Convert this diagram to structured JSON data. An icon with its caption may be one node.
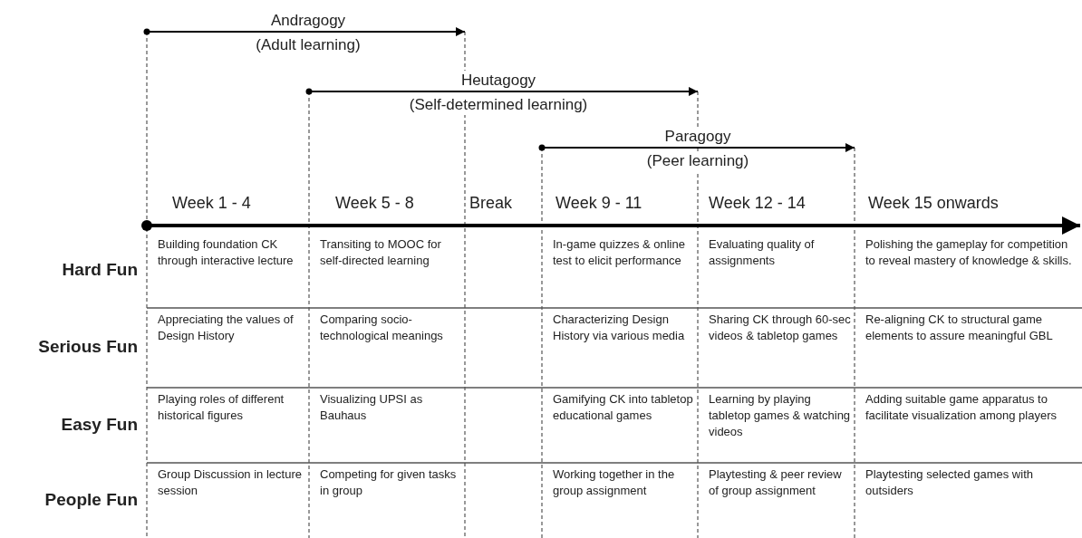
{
  "diagram": {
    "labels": [
      "Andragogy",
      "(Adult learning)",
      "Heutagogy",
      "(Self-determined learning)",
      "Paragogy",
      "(Peer learning)",
      "Week 1 - 4",
      "Week 5 - 8",
      "Break",
      "Week 9 - 11",
      "Week 12 - 14",
      "Week 15 onwards",
      "Hard Fun",
      "Building foundation CK through interactive lecture",
      "Transiting to MOOC for self-directed learning",
      "In-game quizzes & online test to elicit performance",
      "Evaluating quality of assignments",
      "Polishing the gameplay for competition to reveal mastery of knowledge & skills.",
      "Serious Fun",
      "Appreciating the values of Design History",
      "Comparing socio-technological meanings",
      "Characterizing Design History via various media",
      "Sharing CK through 60-sec videos & tabletop games",
      "Re-aligning CK to structural game elements to assure meaningful GBL",
      "Easy Fun",
      "Playing roles of different historical figures",
      "Visualizing UPSI as Bauhaus",
      "Gamifying CK into tabletop educational games",
      "Learning by playing tabletop games & watching videos",
      "Adding suitable game apparatus to facilitate visualization among players",
      "People Fun",
      "Group Discussion in lecture session",
      "Competing for given tasks in group",
      "Working together in the group assignment",
      "Playtesting & peer review of group assignment",
      "Playtesting selected games with outsiders"
    ]
  }
}
